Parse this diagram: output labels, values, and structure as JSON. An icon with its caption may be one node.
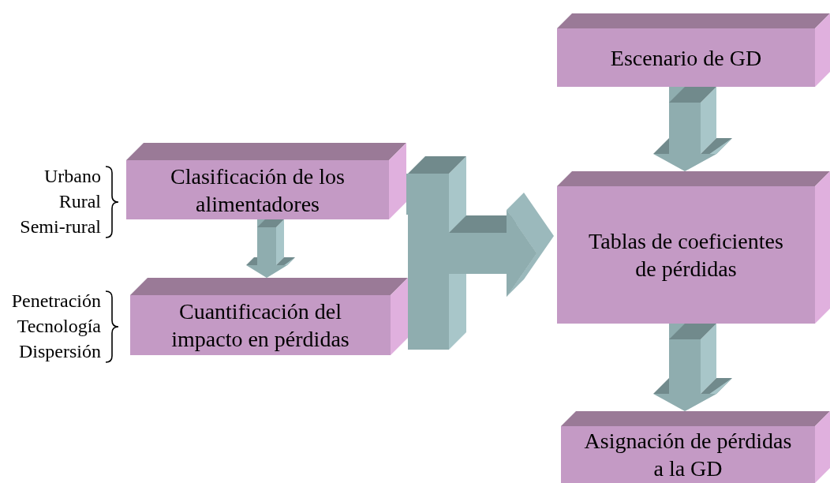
{
  "diagram": {
    "nodes": [
      {
        "text": [
          "Clasificación de los alimentadores"
        ],
        "beside": [
          "Urbano",
          "Rural",
          "Semi-rural"
        ]
      },
      {
        "text": [
          "Cuantificación del impacto en pérdidas"
        ],
        "beside": [
          "Penetración",
          "Tecnología",
          "Dispersión"
        ]
      },
      {
        "text": [
          "Escenario de GD"
        ]
      },
      {
        "text": [
          "Tablas de coeficientes de pérdidas"
        ]
      },
      {
        "text": [
          "Asignación de pérdidas a la GD"
        ]
      }
    ],
    "edges": [
      {
        "from": 0,
        "to": 1,
        "arrow": "to"
      },
      {
        "from": 2,
        "to": 3,
        "arrow": "to"
      },
      {
        "from": 0,
        "to": 3,
        "arrow": "to"
      },
      {
        "from": 1,
        "to": 3,
        "arrow": "to"
      },
      {
        "from": 3,
        "to": 4,
        "arrow": "to"
      }
    ]
  }
}
